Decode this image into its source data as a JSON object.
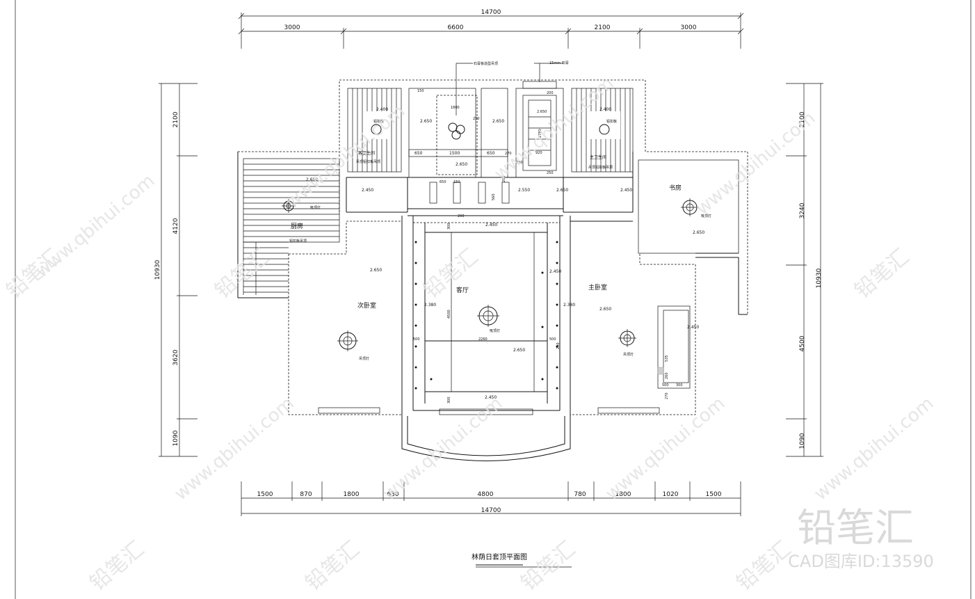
{
  "dimensions": {
    "top_total": "14700",
    "top_segments": [
      "3000",
      "6600",
      "2100",
      "3000"
    ],
    "bottom_total": "14700",
    "bottom_segments": [
      "1500",
      "870",
      "1800",
      "630",
      "4800",
      "780",
      "1800",
      "1020",
      "1500"
    ],
    "left_total": "10930",
    "left_segments": [
      "2100",
      "4120",
      "3620",
      "1090"
    ],
    "right_total": "10930",
    "right_segments": [
      "2100",
      "3240",
      "4500",
      "1090"
    ]
  },
  "rooms": {
    "living": "客厅",
    "master_bedroom": "主卧室",
    "second_bedroom": "次卧室",
    "study": "书房",
    "kitchen": "厨房",
    "guest_bath": "客卫生间",
    "master_bath": "主卫生间"
  },
  "notes": {
    "ceiling_note": "石膏板造型吊顶",
    "mm_note": "15mm 石膏",
    "ceiling_lamp": "吸顶灯",
    "pendant_lamp": "吊顶灯",
    "waterproof": "铝扣板",
    "bath_sub": "吊顶铝扣板吊顶",
    "kitchen_sub": "铝扣板吊顶"
  },
  "elevations": {
    "e2650": "2.650",
    "e2450": "2.450",
    "e2400": "2.400",
    "e2550": "2.550",
    "e2380": "2.380"
  },
  "inner_dims": {
    "d1500": "1500",
    "d650": "650",
    "d1800": "1800",
    "d250": "250",
    "d270": "270",
    "d200": "200",
    "d150": "150",
    "d300": "300",
    "d2260": "2260",
    "d500": "500",
    "d4500": "4500",
    "d560": "560",
    "d920": "920",
    "d2780": "2780",
    "d535": "535",
    "d260": "260",
    "d270b": "270"
  },
  "title": "林荫日套顶平面图",
  "brand": {
    "logo": "铅笔汇",
    "caption": "CAD图库ID:13590",
    "watermark_url": "www.qbihui.com",
    "watermark_logo": "铅笔汇"
  }
}
